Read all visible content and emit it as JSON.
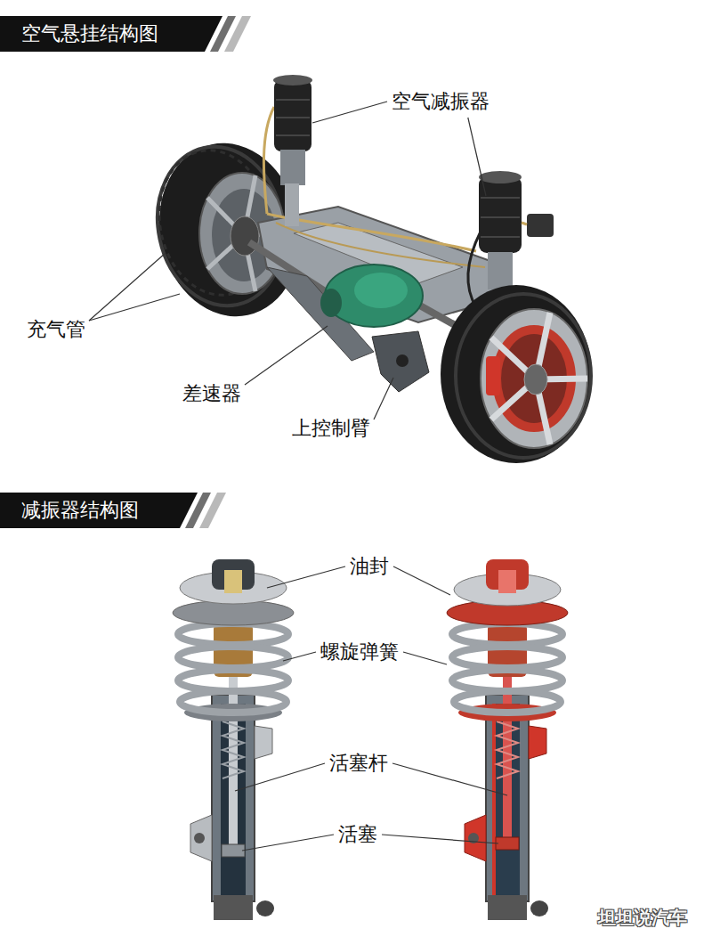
{
  "diagram": {
    "nodes": [
      {
        "text": [
          "空气悬挂结构图"
        ]
      },
      {
        "text": [
          "减振器结构图"
        ]
      }
    ],
    "labels": [
      "空气减振器",
      "充气管",
      "差速器",
      "上控制臂",
      "油封",
      "螺旋弹簧",
      "活塞杆",
      "活塞",
      "坦坦说汽车"
    ]
  }
}
